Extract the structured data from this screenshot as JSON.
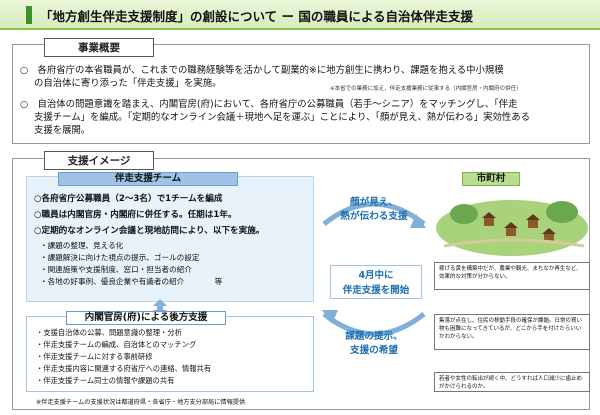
{
  "header": {
    "title": "「地方創生伴走支援制度」の創設について ー 国の職員による自治体伴走支援"
  },
  "overview": {
    "label": "事業概要",
    "l1": "○　各府省庁の本省職員が、これまでの職務経験等を活かして副業的※に地方創生に携わり、課題を抱える中小規模",
    "l2": "の自治体に寄り添った「伴走支援」を実施。",
    "note": "※本省での業務に加え、伴走支援業務に従事する（内閣官房・内閣府の併任）",
    "l3": "○　自治体の問題意識を踏まえ、内閣官房(府)において、各府省庁の公募職員（若手～シニア）をマッチングし、「伴走",
    "l4": "支援チーム」を編成。「定期的なオンライン会議＋現地へ足を運ぶ」ことにより、「顔が見え、熱が伝わる」実効性ある",
    "l5": "支援を展開。"
  },
  "image": {
    "label": "支援イメージ",
    "team": {
      "title": "伴走支援チーム",
      "b1": "○各府省庁公募職員（2～3名）で1チームを編成",
      "b2": "○職員は内閣官房・内閣府に併任する。任期は1年。",
      "b3": "○定期的なオンライン会議と現地訪問により、以下を実施。",
      "items": [
        "・課題の整理、見える化",
        "・課題解決に向けた視点の提示、ゴールの設定",
        "・関連施策や支援制度、窓口・担当者の紹介",
        "・各地の好事例、優良企業や有識者の紹介　　　　等"
      ]
    },
    "support": {
      "title": "内閣官房(府)による後方支援",
      "items": [
        "・支援自治体の公募、問題意識の整理・分析",
        "・伴走支援チームの編成、自治体とのマッチング",
        "・伴走支援チームに対する事前研修",
        "・伴走支援内容に関連する府省庁への連絡、情報共有",
        "・伴走支援チーム同士の情報や課題の共有"
      ]
    },
    "arrow_top": [
      "顔が見え、",
      "熱が伝わる支援"
    ],
    "center": [
      "4月中に",
      "伴走支援を開始"
    ],
    "arrow_bottom": [
      "課題の提示、",
      "支援の希望"
    ],
    "city": "市町村",
    "bubbles": [
      "稼げる黄を構築中だが、農業や観光、まちなか再生など、効果的な対策が分からない。",
      "集落が点在し、住民の移動手段の確保が課題。日常の買い物も困難になってきているが、どこから手を付けたらいいかわからない。",
      "若者や女性の転出が続く中、どうすれば人口減少に歯止めがかけられるのか。"
    ],
    "footnote": "※伴走支援チームの支援状況は都道府県・各省庁・地方支分部局に情報提供"
  },
  "colors": {
    "green": "#2a6a1e",
    "blue": "#1e6fb0"
  }
}
